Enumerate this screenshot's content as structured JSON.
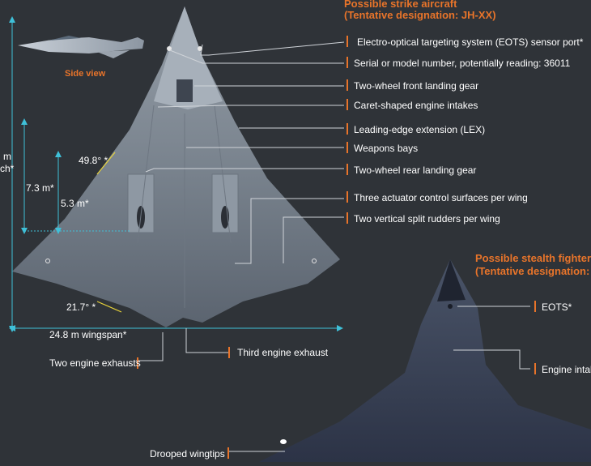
{
  "strike": {
    "title_line1": "Possible strike aircraft",
    "title_line2": "(Tentative designation: JH-XX)",
    "side_view_label": "Side view"
  },
  "callouts": [
    "Electro-optical targeting system (EOTS) sensor port*",
    "Serial or model number, potentially reading: 36011",
    "Two-wheel front landing gear",
    "Caret-shaped engine intakes",
    "Leading-edge extension (LEX)",
    "Weapons bays",
    "Two-wheel rear landing gear",
    "Three actuator control surfaces per wing",
    "Two vertical split rudders per wing"
  ],
  "dimensions": {
    "total_length_fragment_1": "m",
    "total_length_fragment_2": "ch*",
    "length_a": "7.3 m*",
    "length_b": "5.3 m*",
    "angle_leading": "49.8° *",
    "angle_trailing": "21.7° *",
    "wingspan": "24.8 m wingspan*"
  },
  "bottom_callouts": {
    "engine_exhausts": "Two engine exhausts",
    "third_exhaust": "Third engine exhaust",
    "drooped_wingtips": "Drooped wingtips"
  },
  "fighter": {
    "title_line1": "Possible stealth fighter",
    "title_line2": "(Tentative designation: J-X",
    "eots": "EOTS*",
    "engine_intake": "Engine intak"
  },
  "colors": {
    "background": "#2f3338",
    "accent_orange": "#e8742a",
    "dimension_cyan": "#3fc0d8",
    "angle_yellow": "#e7d23a",
    "aircraft_grey": "#6b7480"
  }
}
